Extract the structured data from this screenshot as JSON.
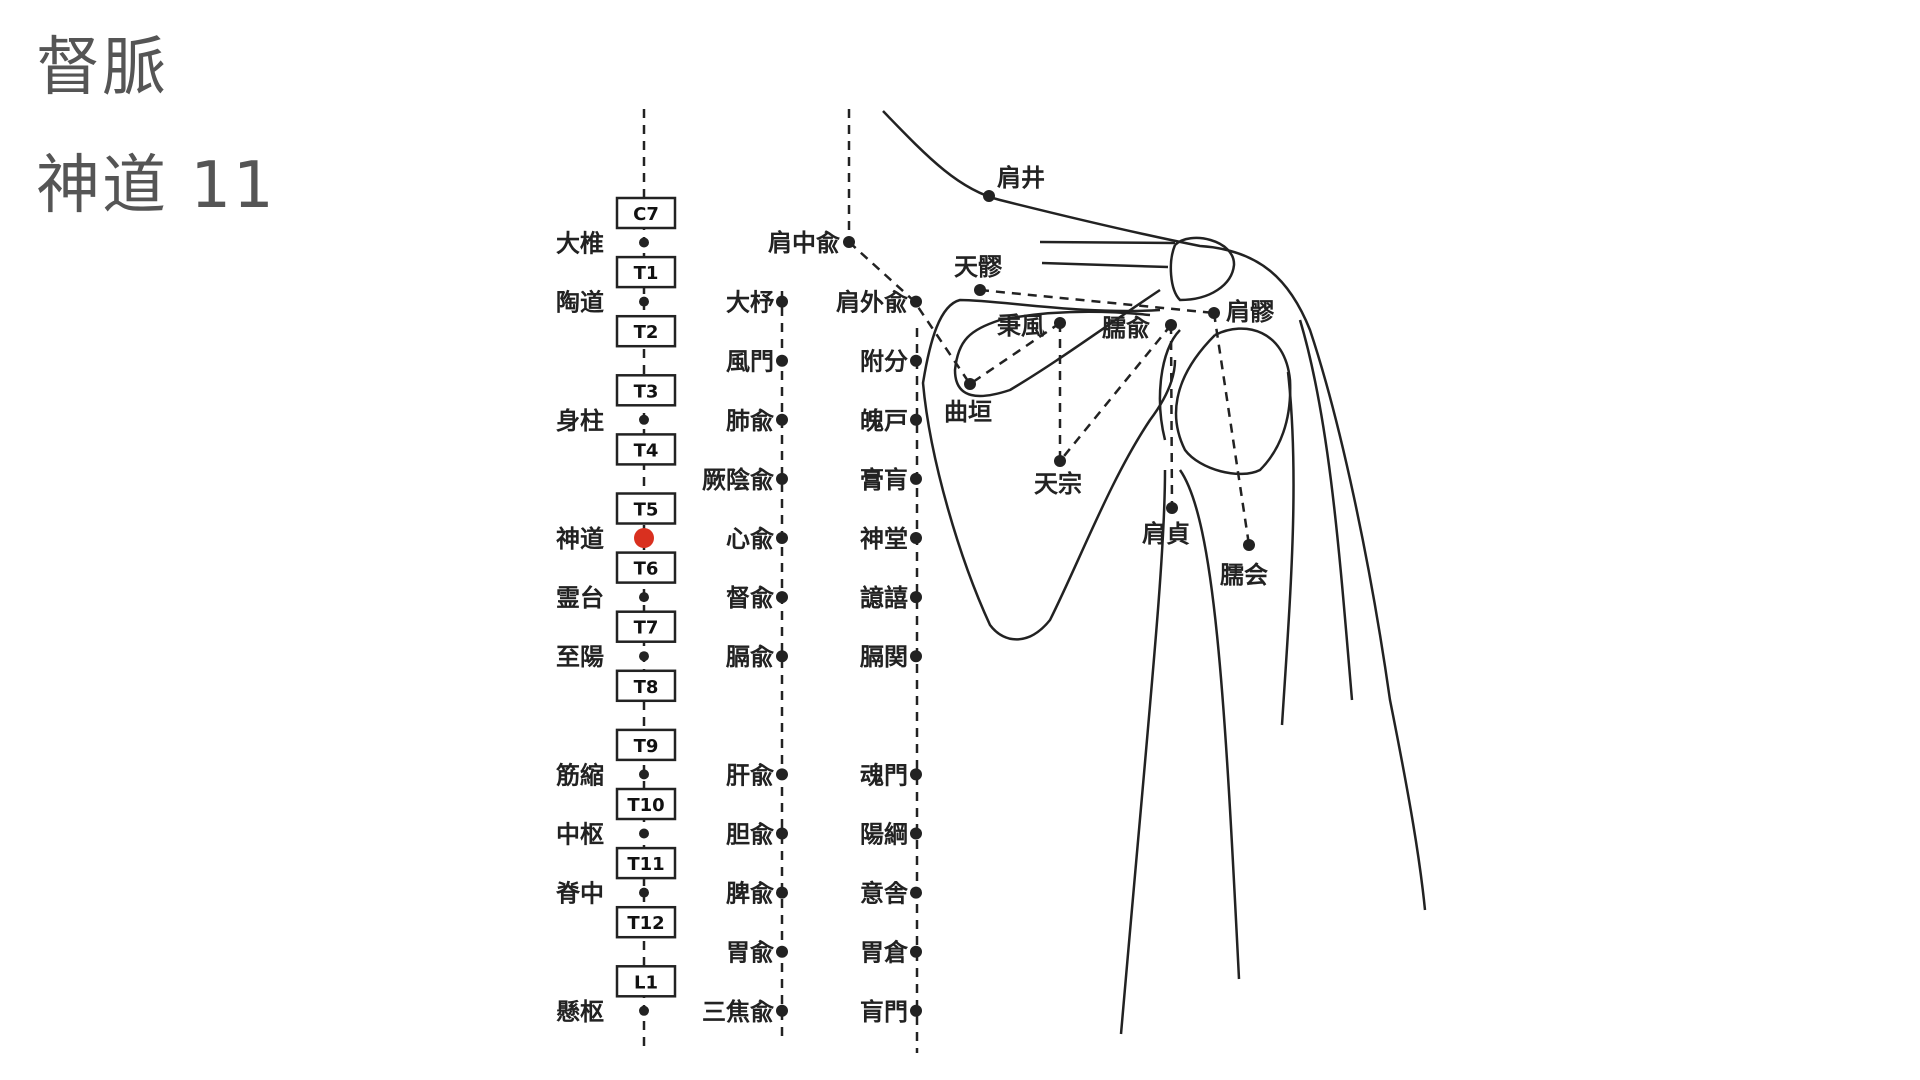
{
  "header": {
    "meridian": "督脈",
    "point_title": "神道 11"
  },
  "highlight_color": "#d9301f",
  "vertebrae": [
    "C7",
    "T1",
    "T2",
    "T3",
    "T4",
    "T5",
    "T6",
    "T7",
    "T8",
    "T9",
    "T10",
    "T11",
    "T12",
    "L1"
  ],
  "governor_points": [
    {
      "label": "大椎",
      "slot": 0
    },
    {
      "label": "陶道",
      "slot": 1
    },
    {
      "label": "身柱",
      "slot": 3
    },
    {
      "label": "神道",
      "slot": 5,
      "highlight": true
    },
    {
      "label": "霊台",
      "slot": 6
    },
    {
      "label": "至陽",
      "slot": 7
    },
    {
      "label": "筋縮",
      "slot": 9
    },
    {
      "label": "中枢",
      "slot": 10
    },
    {
      "label": "脊中",
      "slot": 11
    },
    {
      "label": "懸枢",
      "slot": 13
    }
  ],
  "bladder_inner": [
    {
      "label": "大杼",
      "slot": 1
    },
    {
      "label": "風門",
      "slot": 2
    },
    {
      "label": "肺兪",
      "slot": 3
    },
    {
      "label": "厥陰兪",
      "slot": 4
    },
    {
      "label": "心兪",
      "slot": 5
    },
    {
      "label": "督兪",
      "slot": 6
    },
    {
      "label": "膈兪",
      "slot": 7
    },
    {
      "label": "肝兪",
      "slot": 9
    },
    {
      "label": "胆兪",
      "slot": 10
    },
    {
      "label": "脾兪",
      "slot": 11
    },
    {
      "label": "胃兪",
      "slot": 12
    },
    {
      "label": "三焦兪",
      "slot": 13
    }
  ],
  "bladder_outer": [
    {
      "label": "肩外兪",
      "slot": 1
    },
    {
      "label": "附分",
      "slot": 2
    },
    {
      "label": "魄戸",
      "slot": 3
    },
    {
      "label": "膏肓",
      "slot": 4
    },
    {
      "label": "神堂",
      "slot": 5
    },
    {
      "label": "譩譆",
      "slot": 6
    },
    {
      "label": "膈関",
      "slot": 7
    },
    {
      "label": "魂門",
      "slot": 9
    },
    {
      "label": "陽綱",
      "slot": 10
    },
    {
      "label": "意舎",
      "slot": 11
    },
    {
      "label": "胃倉",
      "slot": 12
    },
    {
      "label": "肓門",
      "slot": 13
    }
  ],
  "shoulder_points": [
    "肩中兪",
    "肩井",
    "天髎",
    "秉風",
    "臑兪",
    "肩髎",
    "曲垣",
    "天宗",
    "肩貞",
    "臑会"
  ]
}
